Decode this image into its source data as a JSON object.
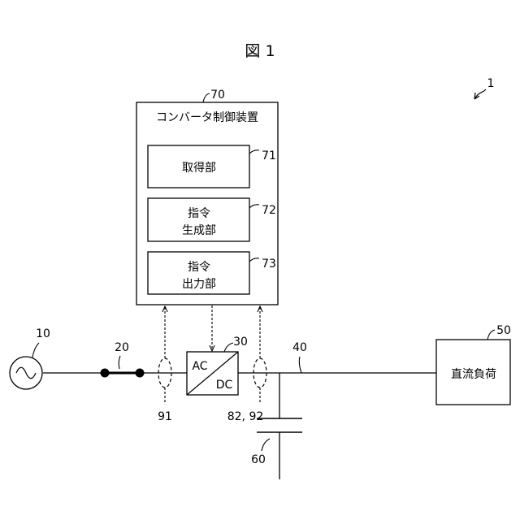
{
  "figure": {
    "title": "図 1"
  },
  "system": {
    "ref": "1"
  },
  "controller": {
    "ref": "70",
    "title": "コンバータ制御装置",
    "units": [
      {
        "ref": "71",
        "lines": [
          "取得部"
        ]
      },
      {
        "ref": "72",
        "lines": [
          "指令",
          "生成部"
        ]
      },
      {
        "ref": "73",
        "lines": [
          "指令",
          "出力部"
        ]
      }
    ]
  },
  "ac_source": {
    "ref": "10"
  },
  "breaker": {
    "ref": "20"
  },
  "converter": {
    "ref": "30",
    "top_text": "AC",
    "bottom_text": "DC"
  },
  "dc_line": {
    "ref": "40"
  },
  "dc_load": {
    "ref": "50",
    "label": "直流負荷"
  },
  "capacitor": {
    "ref": "60"
  },
  "sensors": [
    {
      "ref": "91"
    },
    {
      "ref": "82, 92"
    }
  ]
}
